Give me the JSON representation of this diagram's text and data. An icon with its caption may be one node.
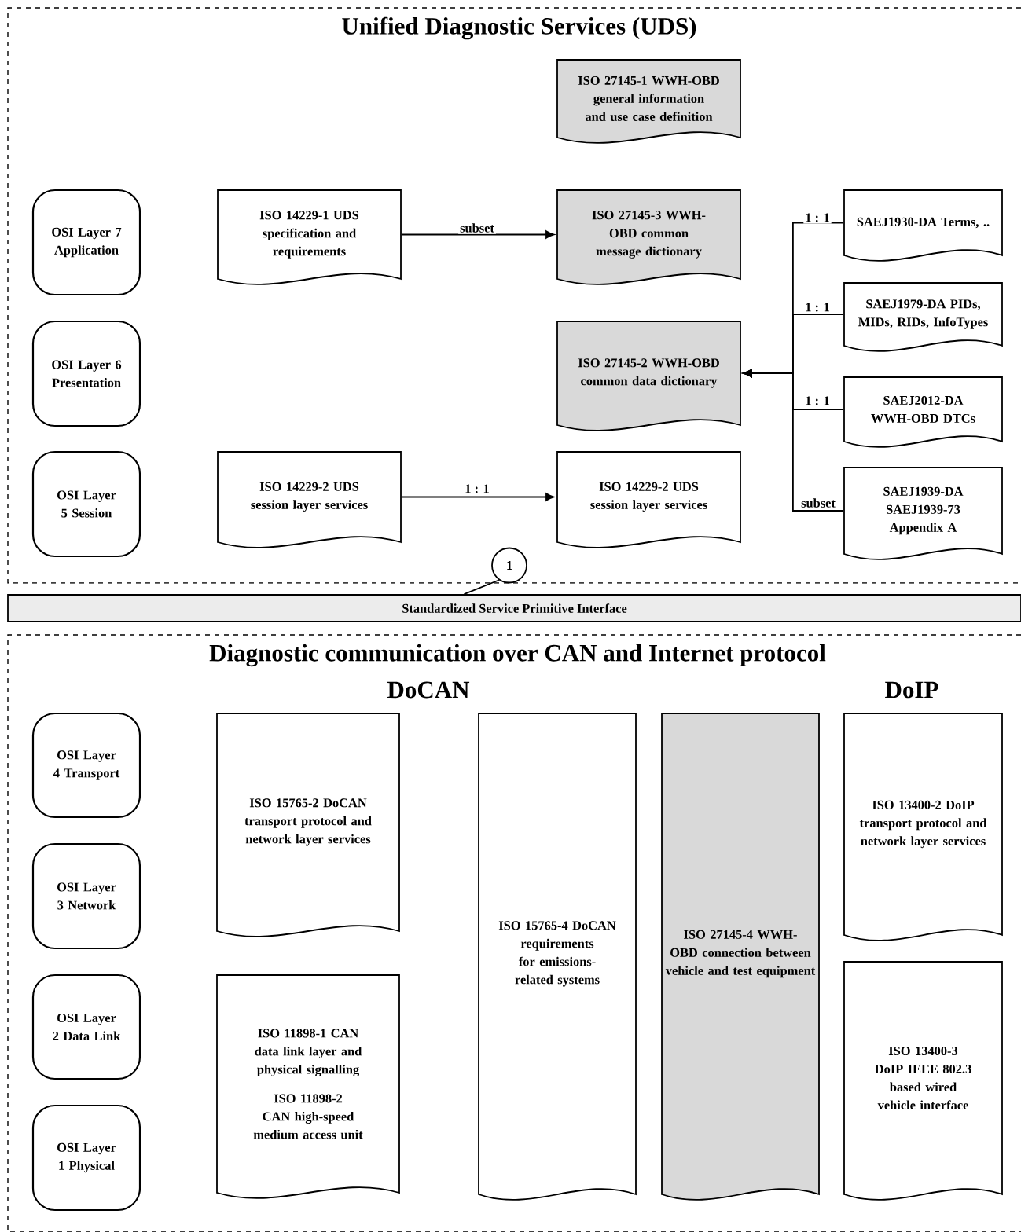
{
  "diagram": {
    "nodes": [
      {
        "text": [
          "Unified Diagnostic Services (UDS)"
        ]
      },
      {
        "text": [
          "OSI Layer 7 Application"
        ],
        "in": 0
      },
      {
        "text": [
          "ISO 27145-1 WWH-OBD general information and use case definition"
        ],
        "in": 0
      },
      {
        "text": [
          "ISO 14229-1 UDS specification and requirements"
        ],
        "in": 0
      },
      {
        "text": [
          "ISO 27145-3 WWH-OBD common message dictionary"
        ],
        "in": 0
      },
      {
        "text": [
          "SAEJ1930-DA Terms, .."
        ],
        "in": 0
      },
      {
        "text": [
          "SAEJ1979-DA PIDs, MIDs, RIDs, InfoTypes"
        ],
        "in": 0
      },
      {
        "text": [
          "OSI Layer 6 Presentation"
        ],
        "in": 0
      },
      {
        "text": [
          "ISO 27145-2 WWH-OBD common data dictionary"
        ],
        "in": 0
      },
      {
        "text": [
          "SAEJ2012-DA WWH-OBD DTCs"
        ],
        "in": 0
      },
      {
        "text": [
          "OSI Layer 5 Session"
        ],
        "in": 0
      },
      {
        "text": [
          "ISO 14229-2 UDS session layer services"
        ],
        "in": 0
      },
      {
        "text": [
          "ISO 14229-2 UDS session layer services"
        ],
        "in": 0
      },
      {
        "text": [
          "SAEJ1939-DA SAEJ1939-73 Appendix A"
        ],
        "in": 0
      },
      {
        "text": [
          "1"
        ],
        "in": 0
      },
      {
        "text": [
          "Standardized Service Primitive Interface"
        ]
      },
      {
        "text": [
          "Diagnostic communication over CAN and Internet protocol"
        ]
      },
      {
        "text": [
          "OSI Layer 4 Transport"
        ],
        "in": 16
      },
      {
        "text": [
          "ISO 15765-2 DoCAN transport protocol and network layer services"
        ],
        "in": 16
      },
      {
        "text": [
          "ISO 15765-4 DoCAN requirements for emissions-related systems"
        ],
        "in": 16
      },
      {
        "text": [
          "ISO 27145-4 WWH-OBD connection between vehicle and test equipment"
        ],
        "in": 16
      },
      {
        "text": [
          "ISO 13400-2 DoIP transport protocol and network layer services"
        ],
        "in": 16
      },
      {
        "text": [
          "OSI Layer 3 Network"
        ],
        "in": 16
      },
      {
        "text": [
          "OSI Layer 2 Data Link"
        ],
        "in": 16
      },
      {
        "text": [
          "ISO 11898-1 CAN data link layer and physical signalling",
          "ISO 11898-2 CAN high-speed medium access unit"
        ],
        "in": 16
      },
      {
        "text": [
          "ISO 13400-3 DoIP IEEE 802.3 based wired vehicle interface"
        ],
        "in": 16
      },
      {
        "text": [
          "OSI Layer 1 Physical"
        ],
        "in": 16
      }
    ],
    "edges": [
      {
        "from": 3,
        "to": 4,
        "arrow": "to",
        "label": "subset"
      },
      {
        "from": 11,
        "to": 12,
        "arrow": "to",
        "label": "1 : 1"
      },
      {
        "from": 5,
        "to": 8,
        "arrow": "to",
        "label": "1 : 1"
      },
      {
        "from": 6,
        "to": 8,
        "arrow": "to",
        "label": "1 : 1"
      },
      {
        "from": 9,
        "to": 8,
        "arrow": "to",
        "label": "1 : 1"
      },
      {
        "from": 13,
        "to": 8,
        "arrow": "to",
        "label": "subset"
      },
      {
        "from": 14,
        "to": 15,
        "arrow": "none"
      }
    ],
    "labels": [
      "DoCAN",
      "DoIP"
    ]
  }
}
